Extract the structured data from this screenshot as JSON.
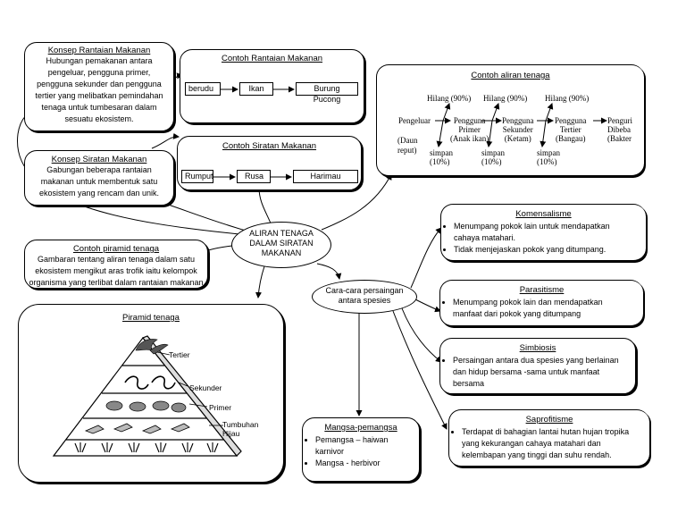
{
  "center": {
    "text_l1": "ALIRAN TENAGA",
    "text_l2": "DALAM SIRATAN",
    "text_l3": "MAKANAN"
  },
  "konsep_rantaian": {
    "title": "Konsep Rantaian Makanan",
    "lines": [
      "Hubungan pemakanan antara",
      "pengeluar, pengguna primer,",
      "pengguna sekunder dan pengguna",
      "tertier yang melibatkan pemindahan",
      "tenaga untuk tumbesaran dalam",
      "sesuatu ekosistem."
    ]
  },
  "contoh_rantaian": {
    "title": "Contoh Rantaian Makanan",
    "items": [
      "berudu",
      "Ikan",
      "Burung Pucong"
    ]
  },
  "konsep_siratan": {
    "title": "Konsep Siratan Makanan",
    "lines": [
      "Gabungan beberapa rantaian",
      "makanan untuk membentuk satu",
      "ekosistem yang rencam dan unik."
    ]
  },
  "contoh_siratan": {
    "title": "Contoh Siratan Makanan",
    "items": [
      "Rumput",
      "Rusa",
      "Harimau"
    ]
  },
  "contoh_aliran": {
    "title": "Contoh aliran tenaga",
    "hilang": [
      "Hilang (90%)",
      "Hilang (90%)",
      "Hilang (90%)"
    ],
    "pengeluar": "Pengeluar",
    "pengeluar_sub1": "(Daun",
    "pengeluar_sub2": "reput)",
    "primer_l1": "Pengguna",
    "primer_l2": "Primer",
    "primer_l3": "(Anak ikan)",
    "sekunder_l1": "Pengguna",
    "sekunder_l2": "Sekunder",
    "sekunder_l3": "(Ketam)",
    "tertier_l1": "Pengguna",
    "tertier_l2": "Tertier",
    "tertier_l3": "(Bangau)",
    "last_l1": "Penguri",
    "last_l2": "Dibeba",
    "last_l3": "(Bakter",
    "simpan": [
      "simpan",
      "simpan",
      "simpan"
    ],
    "simpan_pct": [
      "(10%)",
      "(10%)",
      "(10%)"
    ]
  },
  "contoh_piramid": {
    "title": "Contoh piramid tenaga",
    "lines": [
      "Gambaran tentang aliran tenaga dalam satu",
      "ekosistem mengikut aras trofik iaitu kelompok",
      "organisma yang terlibat dalam rantaian makanan"
    ]
  },
  "piramid": {
    "title": "Piramid  tenaga",
    "labels": [
      "Tertier",
      "Sekunder",
      "Primer",
      "Tumbuhan",
      "Hijau"
    ]
  },
  "persaingan": {
    "l1": "Cara-cara persaingan",
    "l2": "antara spesies"
  },
  "komensalisme": {
    "title": "Komensalisme",
    "bullets": [
      "Menumpang pokok  lain untuk mendapatkan cahaya matahari.",
      "Tidak menjejaskan pokok yang ditumpang."
    ]
  },
  "parasitisme": {
    "title": "Parasitisme",
    "bullets": [
      "Menumpang pokok lain dan mendapatkan manfaat dari pokok yang ditumpang"
    ]
  },
  "simbiosis": {
    "title": "Simbiosis",
    "bullets": [
      "Persaingan antara dua spesies yang berlainan dan hidup bersama -sama untuk manfaat bersama"
    ]
  },
  "saprofitisme": {
    "title": "Saprofitisme",
    "bullets": [
      "Terdapat di bahagian lantai hutan hujan tropika yang kekurangan cahaya matahari dan kelembapan yang tinggi dan suhu rendah."
    ]
  },
  "mangsa": {
    "title": "Mangsa-pemangsa",
    "bullets": [
      "Pemangsa – haiwan karnivor",
      "Mangsa - herbivor"
    ]
  }
}
